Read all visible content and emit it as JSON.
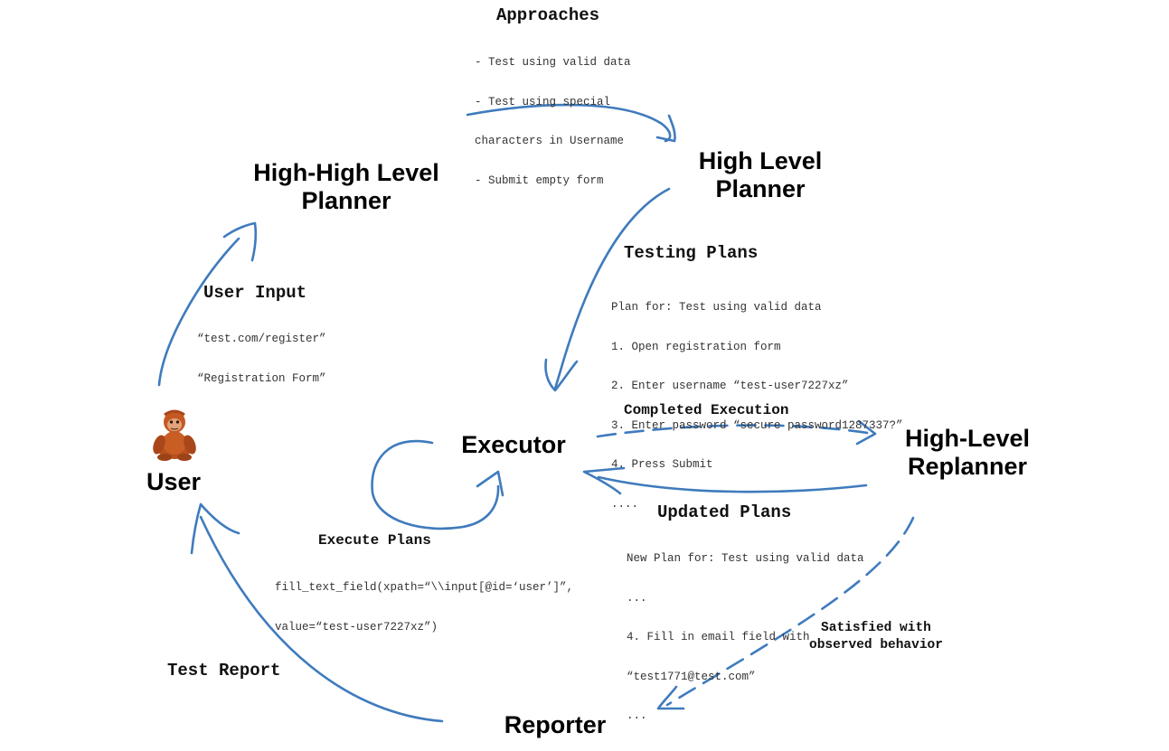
{
  "nodes": {
    "high_high_planner": [
      "High-High Level",
      "Planner"
    ],
    "high_level_planner": [
      "High Level",
      "Planner"
    ],
    "executor": "Executor",
    "replanner": [
      "High-Level",
      "Replanner"
    ],
    "user": "User",
    "reporter": "Reporter"
  },
  "annotations": {
    "approaches": {
      "title": "Approaches",
      "lines": [
        "- Test using valid data",
        "- Test using special",
        "characters in Username",
        "- Submit empty form"
      ]
    },
    "testing_plans": {
      "title": "Testing Plans",
      "lines": [
        "Plan for: Test using valid data",
        "1. Open registration form",
        "2. Enter username “test-user7227xz”",
        "3. Enter password “secure password1287337?”",
        "4. Press Submit",
        "...."
      ]
    },
    "user_input": {
      "title": "User Input",
      "lines": [
        "“test.com/register”",
        "“Registration Form”"
      ]
    },
    "completed_execution": {
      "title": "Completed Execution"
    },
    "updated_plans": {
      "title": "Updated Plans",
      "lines": [
        "New Plan for: Test using valid data",
        "...",
        "4. Fill in email field with",
        "“test1771@test.com”",
        "..."
      ]
    },
    "execute_plans": {
      "title": "Execute Plans",
      "lines": [
        "fill_text_field(xpath=“\\\\input[@id=‘user’]”,",
        "value=“test-user7227xz”)"
      ]
    },
    "satisfied": {
      "lines": [
        "Satisfied with",
        "observed behavior"
      ]
    },
    "test_report": {
      "title": "Test Report"
    }
  },
  "icons": {
    "user_avatar": "orangutan-icon"
  },
  "colors": {
    "arrow": "#3f7bbd"
  }
}
